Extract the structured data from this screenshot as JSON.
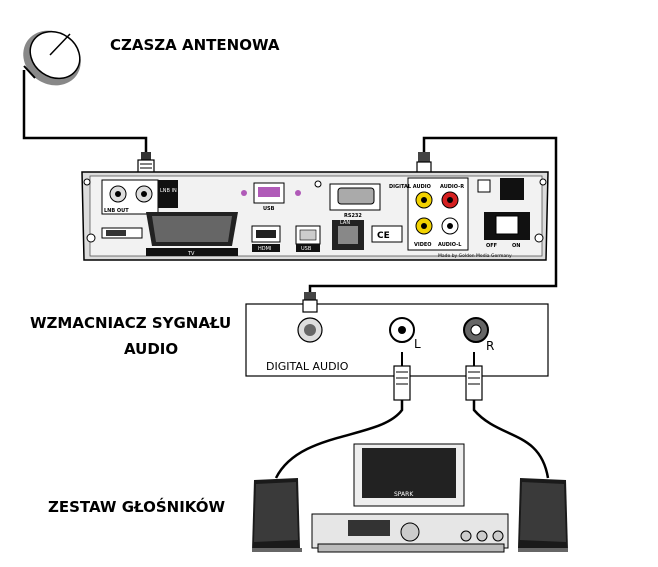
{
  "labels": {
    "dish": "CZASZA ANTENOWA",
    "amplifier_line1": "WZMACNIACZ SYGNAŁU",
    "amplifier_line2": "AUDIO",
    "speakers": "ZESTAW GŁOŚNIKÓW"
  },
  "amplifier_ports": {
    "digital": "DIGITAL AUDIO",
    "left": "L",
    "right": "R"
  },
  "receiver_panel": {
    "lnb_out": "LNB OUT",
    "lnb_in": "LNB IN",
    "usb_top": "USB",
    "tv": "TV",
    "hdmi": "HDMI",
    "usb_bottom": "USB",
    "rs232": "RS232",
    "lan": "LAN",
    "digital_audio": "DIGITAL AUDIO",
    "audio_r": "AUDIO-R",
    "video": "VIDEO",
    "audio_l": "AUDIO-L",
    "ce": "CE",
    "off": "OFF",
    "on": "ON",
    "made_by": "Made by Golden Media Germany"
  },
  "hifi": {
    "brand": "SPARK"
  },
  "colors": {
    "cable": "#000000",
    "rca_yellow": "#f2d200",
    "rca_red": "#d42020",
    "usb_purple": "#b05ab8",
    "panel": "#ececec"
  }
}
